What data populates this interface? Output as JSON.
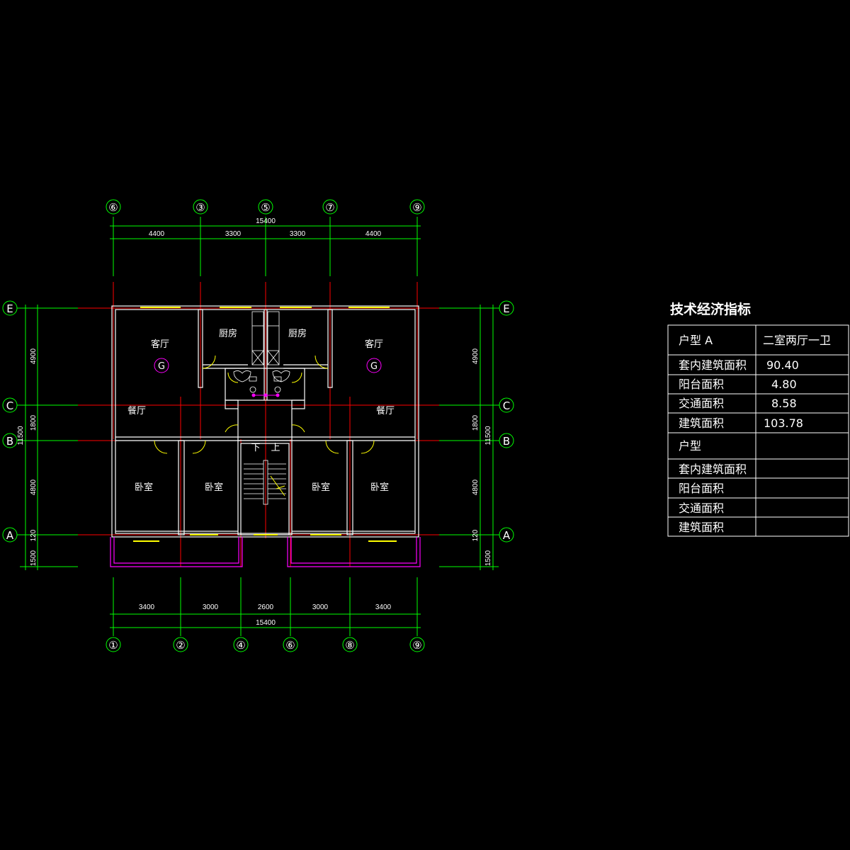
{
  "colors": {
    "background": "#000000",
    "wall": "#ffffff",
    "axis_line": "#ff0000",
    "dimension": "#00ff00",
    "window": "#ffff00",
    "balcony": "#ff00ff",
    "text": "#ffffff"
  },
  "axes": {
    "top": [
      "⑥",
      "③",
      "⑤",
      "⑦",
      "⑨"
    ],
    "bottom": [
      "①",
      "②",
      "④",
      "⑥",
      "⑧",
      "⑨"
    ],
    "left": [
      "E",
      "C",
      "B",
      "A"
    ],
    "right": [
      "E",
      "C",
      "B",
      "A"
    ]
  },
  "dimensions": {
    "top_total": "15400",
    "top_segments": [
      "4400",
      "3300",
      "3300",
      "4400"
    ],
    "bottom_total": "15400",
    "bottom_segments": [
      "3400",
      "3000",
      "2600",
      "3000",
      "3400"
    ],
    "left_total": "11500",
    "left_segments": [
      "4900",
      "1800",
      "4800",
      "120",
      "1500"
    ],
    "right_total": "11500",
    "right_segments": [
      "4900",
      "1800",
      "4800",
      "120",
      "1500"
    ]
  },
  "rooms": {
    "living_left": "客厅",
    "living_right": "客厅",
    "kitchen_left": "厨房",
    "kitchen_right": "厨房",
    "dining_left": "餐厅",
    "dining_right": "餐厅",
    "bedroom_1": "卧室",
    "bedroom_2": "卧室",
    "bedroom_3": "卧室",
    "bedroom_4": "卧室",
    "stair_down": "下",
    "stair_up": "上",
    "gas_mark_left": "G",
    "gas_mark_right": "G"
  },
  "table": {
    "title": "技术经济指标",
    "rows": [
      {
        "label": "户型  A",
        "value": "二室两厅一卫"
      },
      {
        "label": "套内建筑面积",
        "value": "90.40"
      },
      {
        "label": "阳台面积",
        "value": "4.80"
      },
      {
        "label": "交通面积",
        "value": "8.58"
      },
      {
        "label": "建筑面积",
        "value": "103.78"
      },
      {
        "label": "户型",
        "value": ""
      },
      {
        "label": "套内建筑面积",
        "value": ""
      },
      {
        "label": "阳台面积",
        "value": ""
      },
      {
        "label": "交通面积",
        "value": ""
      },
      {
        "label": "建筑面积",
        "value": ""
      }
    ]
  }
}
